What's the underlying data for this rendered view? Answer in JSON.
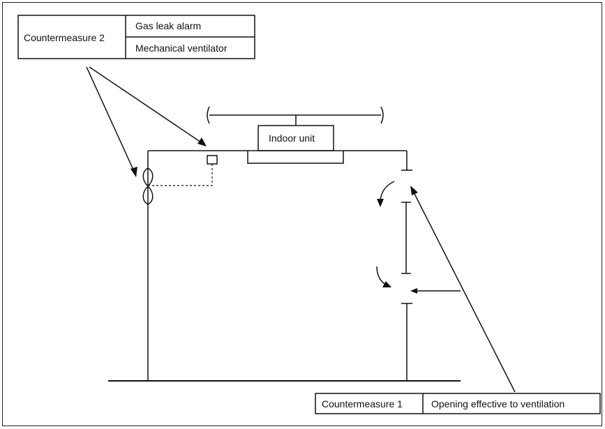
{
  "countermeasure2": {
    "title": "Countermeasure 2",
    "items": [
      "Gas leak alarm",
      "Mechanical ventilator"
    ]
  },
  "indoor_unit": {
    "label": "Indoor unit"
  },
  "countermeasure1": {
    "title": "Countermeasure 1",
    "description": "Opening effective to ventilation"
  }
}
